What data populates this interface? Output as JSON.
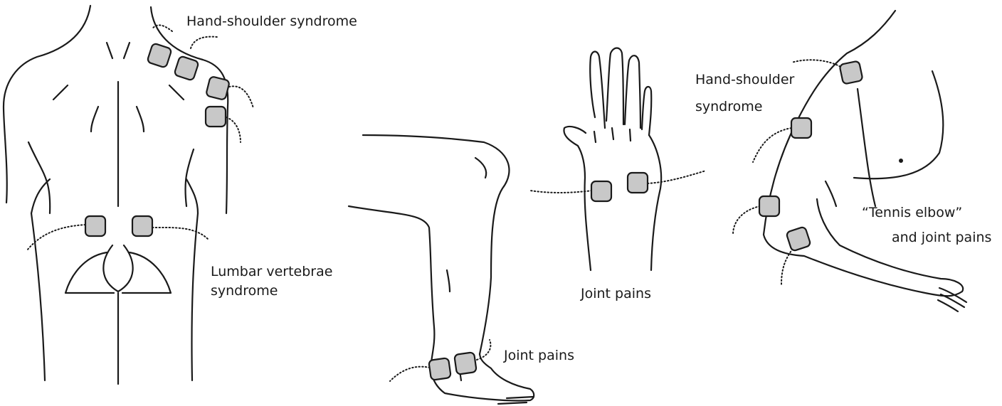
{
  "labels": {
    "back_shoulder": "Hand-shoulder syndrome",
    "lumbar_1": "Lumbar vertebrae",
    "lumbar_2": "syndrome",
    "ankle": "Joint pains",
    "hand": "Joint pains",
    "arm_shoulder_1": "Hand-shoulder",
    "arm_shoulder_2": "syndrome",
    "elbow_1": "“Tennis elbow”",
    "elbow_2": "and joint pains"
  },
  "colors": {
    "line": "#1a1a1a",
    "pad_fill": "#c8c8c8",
    "background": "#ffffff"
  }
}
